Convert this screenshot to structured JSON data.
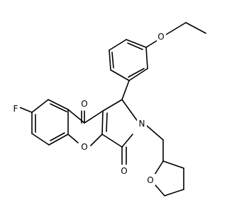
{
  "molecule": {
    "atoms": {
      "ethoxy_o": "O",
      "fluorine": "F",
      "ketone_o": "O",
      "pyran_o": "O",
      "lactam_o": "O",
      "lactam_n": "N",
      "thf_o": "O"
    }
  }
}
